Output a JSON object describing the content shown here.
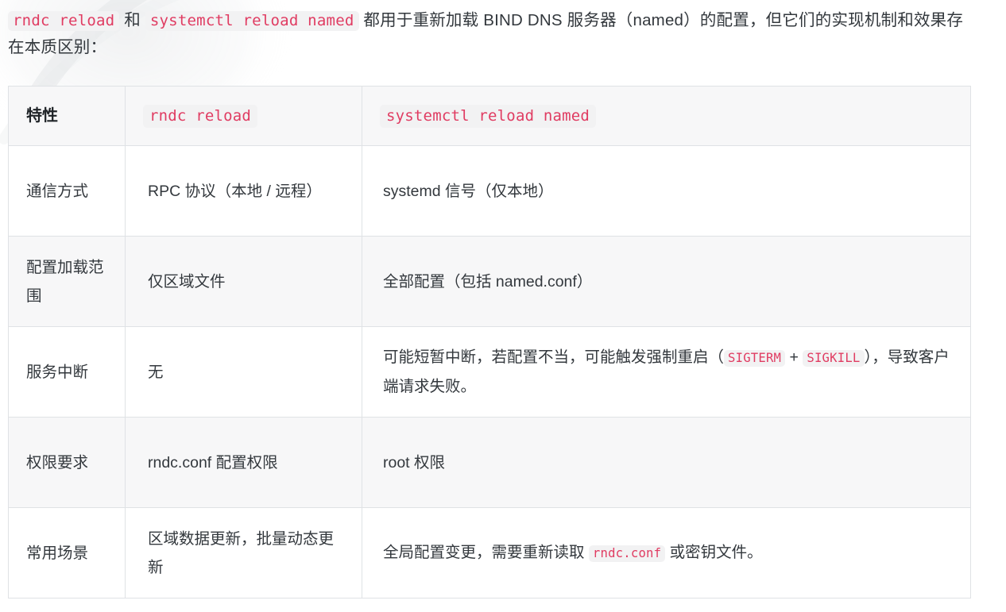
{
  "document": {
    "intro": {
      "code_1": "rndc reload",
      "text_1": " 和 ",
      "code_2": "systemctl reload named",
      "text_2": " 都用于重新加载 BIND DNS 服务器（named）的配置，但它们的实现机制和效果存在本质区别："
    }
  },
  "table": {
    "headers": {
      "feature": "特性",
      "col_b_code": "rndc reload",
      "col_c_code": "systemctl reload named"
    },
    "rows": [
      {
        "feature": "通信方式",
        "col_b": "RPC 协议（本地 / 远程）",
        "col_c": "systemd 信号（仅本地）",
        "shaded": false
      },
      {
        "feature": "配置加载范围",
        "col_b": "仅区域文件",
        "col_c": "全部配置（包括 named.conf）",
        "shaded": true
      },
      {
        "feature": "服务中断",
        "col_b": "无",
        "col_c_part1": "可能短暂中断，若配置不当，可能触发强制重启（",
        "col_c_code1": "SIGTERM",
        "col_c_part2": " + ",
        "col_c_code2": "SIGKILL",
        "col_c_part3": "），导致客户端请求失败。",
        "shaded": false
      },
      {
        "feature": "权限要求",
        "col_b": "rndc.conf 配置权限",
        "col_c": "root 权限",
        "shaded": true
      },
      {
        "feature": "常用场景",
        "col_b": "区域数据更新，批量动态更新",
        "col_c_part1": "全局配置变更，需要重新读取 ",
        "col_c_code1": "rndc.conf",
        "col_c_part2": " 或密钥文件。",
        "shaded": false
      }
    ]
  },
  "colors": {
    "code_text": "#e03c62",
    "code_background": "#f2f2f3",
    "table_border": "#dfe2e5",
    "row_shaded": "#f7f7f8",
    "body_text": "#33383d"
  }
}
